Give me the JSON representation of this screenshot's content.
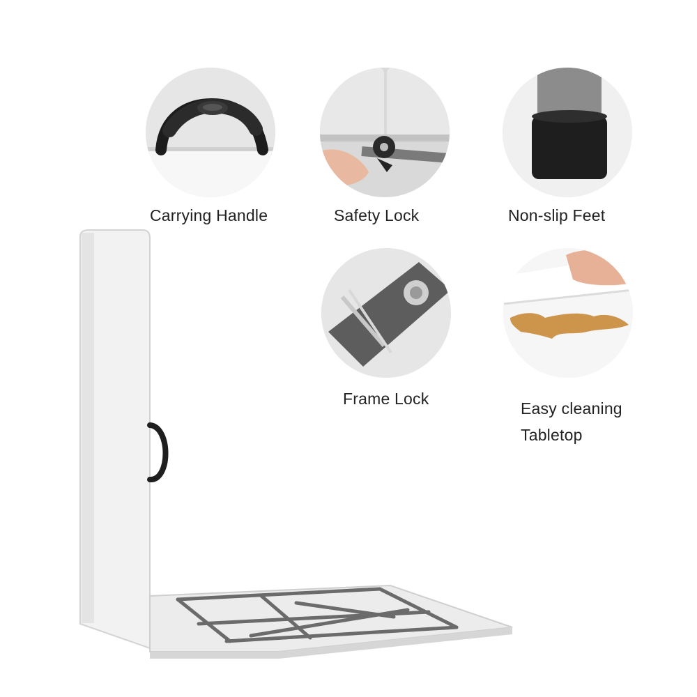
{
  "features": [
    {
      "id": "carrying-handle",
      "label": "Carrying Handle",
      "icon": "carrying-handle-photo"
    },
    {
      "id": "safety-lock",
      "label": "Safety Lock",
      "icon": "safety-lock-photo"
    },
    {
      "id": "non-slip-feet",
      "label": "Non-slip Feet",
      "icon": "non-slip-feet-photo"
    },
    {
      "id": "frame-lock",
      "label": "Frame Lock",
      "icon": "frame-lock-photo"
    },
    {
      "id": "easy-cleaning",
      "label_line1": "Easy cleaning",
      "label_line2": "Tabletop",
      "icon": "easy-cleaning-photo"
    }
  ],
  "colors": {
    "background": "#ffffff",
    "tabletop": "#f3f3f3",
    "frame": "#6b6b6b",
    "handle": "#1f1f1f",
    "spill": "#c98a3a"
  }
}
